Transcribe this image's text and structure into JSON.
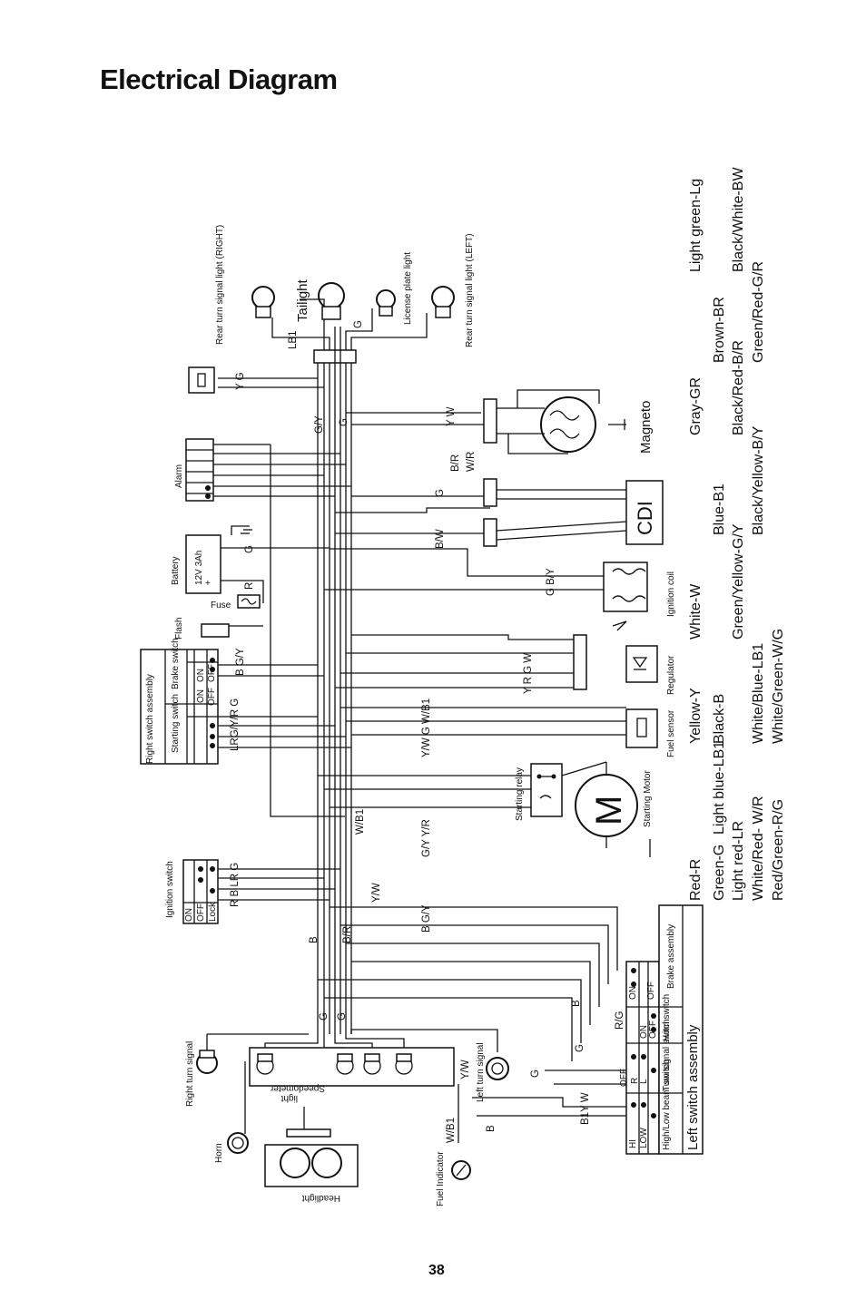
{
  "page": {
    "title": "Electrical Diagram",
    "page_number": "38"
  },
  "components": {
    "rear_turn_right": "Rear turn signal light (RIGHT)",
    "tailight": "Tailight",
    "license_plate": "License plate light",
    "rear_turn_left": "Rear turn signal light (LEFT)",
    "alarm": "Alarm",
    "battery": "Battery",
    "battery_spec": "12V 3Ah",
    "fuse": "Fuse",
    "flash": "Flash",
    "right_switch_assembly": "Right switch assembly",
    "brake_switch": "Brake switch",
    "starting_switch": "Starting switch",
    "ignition_switch": "Ignition switch",
    "right_turn_signal": "Right turn signal",
    "horn": "Horn",
    "headlight": "Headlight",
    "speedometer_light": "Speedometer light",
    "fuel_indicator": "Fuel Indicator",
    "left_turn_signal": "Left turn signal",
    "magneto": "Magneto",
    "cdi": "CDI",
    "ignition_coil": "Ignition coil",
    "regulator": "Regulator",
    "fuel_sensor": "Fuel sensor",
    "starting_relay": "Starting relay",
    "starting_motor": "Starting Motor",
    "motor_symbol": "M",
    "left_switch_assembly": "Left switch assembly",
    "brake_assembly": "Brake assembly",
    "horn_switch": "Horn switch",
    "turn_signal_switch": "Turn signal switch",
    "high_low_switch": "High/Low beam switch"
  },
  "switch_states": {
    "on": "ON",
    "off": "OFF",
    "lock": "Lock",
    "hi": "HI",
    "low": "LOW",
    "r": "R",
    "l": "L"
  },
  "wire_labels": {
    "lb1": "LB1",
    "g": "G",
    "y_g": "Y  G",
    "gy": "G/Y",
    "r": "R",
    "b_gy": "B G/Y",
    "lr_gyr_g": "LRG/Y/R G",
    "r_b_lr_g": "R  B LR G",
    "b": "B",
    "br": "B/R",
    "w_b1": "W/B1",
    "y_w": "Y/W",
    "y_w_g_wb1": "Y/W  G W/B1",
    "yr_g_w": "Y R G   W",
    "g_by": "G  B/Y",
    "bw": "B/W",
    "wr": "W/R",
    "yw_top": "Y  W",
    "gy_yr": "G/Y  Y/R",
    "b_gy_low": "B  G/Y",
    "rg": "R/G",
    "b1y_w": "B1Y  W",
    "wb1_low": "W/B1"
  },
  "color_codes": [
    {
      "text": "Red-R",
      "col": 0,
      "row": 0
    },
    {
      "text": "Green-G",
      "col": 1,
      "row": 0
    },
    {
      "text": "Light blue-LB1",
      "col": 1,
      "row": 1
    },
    {
      "text": "Light red-LR",
      "col": 2,
      "row": 0
    },
    {
      "text": "White/Red- W/R",
      "col": 3,
      "row": 0
    },
    {
      "text": "Red/Green-R/G",
      "col": 4,
      "row": 0
    },
    {
      "text": "Yellow-Y",
      "col": 0,
      "row": 2
    },
    {
      "text": "Black-B",
      "col": 1,
      "row": 2
    },
    {
      "text": "White/Blue-LB1",
      "col": 3,
      "row": 2
    },
    {
      "text": "White/Green-W/G",
      "col": 4,
      "row": 2
    },
    {
      "text": "White-W",
      "col": 0,
      "row": 3
    },
    {
      "text": "Green/Yellow-G/Y",
      "col": 2,
      "row": 3
    },
    {
      "text": "Blue-B1",
      "col": 1,
      "row": 4
    },
    {
      "text": "Black/Yellow-B/Y",
      "col": 3,
      "row": 4
    },
    {
      "text": "Gray-GR",
      "col": 0,
      "row": 5
    },
    {
      "text": "Black/Red-B/R",
      "col": 2,
      "row": 5
    },
    {
      "text": "Brown-BR",
      "col": 1,
      "row": 6
    },
    {
      "text": "Green/Red-G/R",
      "col": 3,
      "row": 6
    },
    {
      "text": "Light green-Lg",
      "col": 0,
      "row": 7
    },
    {
      "text": "Black/White-BW",
      "col": 2,
      "row": 7
    }
  ]
}
